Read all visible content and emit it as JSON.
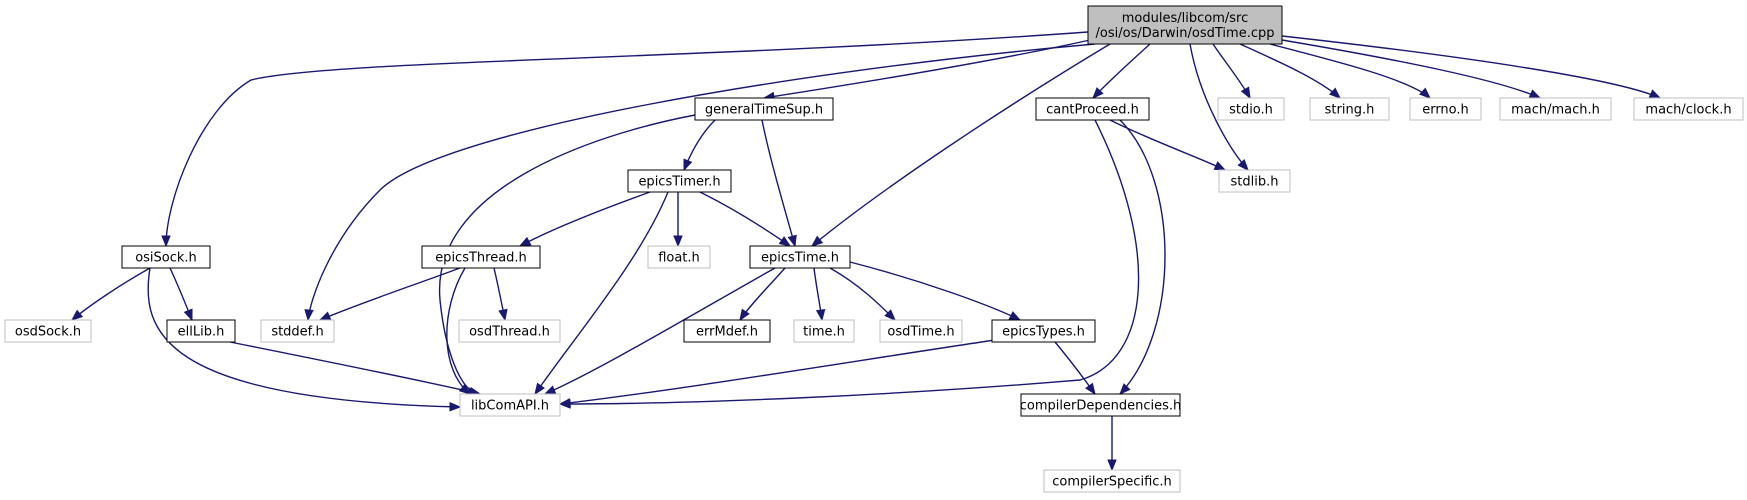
{
  "diagram": {
    "type": "include-dependency-graph",
    "colors": {
      "edge": "#191970",
      "root_fill": "#bfbfbf",
      "root_border": "#000000",
      "documented_border": "#000000",
      "external_border": "#bfbfbf",
      "external_text": "#000000",
      "node_fill": "#ffffff"
    },
    "nodes": [
      {
        "id": "root",
        "kind": "root",
        "lines": [
          "modules/libcom/src",
          "/osi/os/Darwin/osdTime.cpp"
        ]
      },
      {
        "id": "osiSock",
        "kind": "documented",
        "lines": [
          "osiSock.h"
        ]
      },
      {
        "id": "generalTimeSup",
        "kind": "documented",
        "lines": [
          "generalTimeSup.h"
        ]
      },
      {
        "id": "cantProceed",
        "kind": "documented",
        "lines": [
          "cantProceed.h"
        ]
      },
      {
        "id": "stdio",
        "kind": "external",
        "lines": [
          "stdio.h"
        ]
      },
      {
        "id": "string",
        "kind": "external",
        "lines": [
          "string.h"
        ]
      },
      {
        "id": "errno",
        "kind": "external",
        "lines": [
          "errno.h"
        ]
      },
      {
        "id": "machmach",
        "kind": "external",
        "lines": [
          "mach/mach.h"
        ]
      },
      {
        "id": "machclock",
        "kind": "external",
        "lines": [
          "mach/clock.h"
        ]
      },
      {
        "id": "stdlib",
        "kind": "external",
        "lines": [
          "stdlib.h"
        ]
      },
      {
        "id": "epicsTimer",
        "kind": "documented",
        "lines": [
          "epicsTimer.h"
        ]
      },
      {
        "id": "epicsThread",
        "kind": "documented",
        "lines": [
          "epicsThread.h"
        ]
      },
      {
        "id": "float",
        "kind": "external",
        "lines": [
          "float.h"
        ]
      },
      {
        "id": "epicsTime",
        "kind": "documented",
        "lines": [
          "epicsTime.h"
        ]
      },
      {
        "id": "osdSock",
        "kind": "external",
        "lines": [
          "osdSock.h"
        ]
      },
      {
        "id": "ellLib",
        "kind": "documented",
        "lines": [
          "ellLib.h"
        ]
      },
      {
        "id": "stddef",
        "kind": "external",
        "lines": [
          "stddef.h"
        ]
      },
      {
        "id": "osdThread",
        "kind": "external",
        "lines": [
          "osdThread.h"
        ]
      },
      {
        "id": "errMdef",
        "kind": "documented",
        "lines": [
          "errMdef.h"
        ]
      },
      {
        "id": "time",
        "kind": "external",
        "lines": [
          "time.h"
        ]
      },
      {
        "id": "osdTime",
        "kind": "external",
        "lines": [
          "osdTime.h"
        ]
      },
      {
        "id": "epicsTypes",
        "kind": "documented",
        "lines": [
          "epicsTypes.h"
        ]
      },
      {
        "id": "libComAPI",
        "kind": "external",
        "lines": [
          "libComAPI.h"
        ]
      },
      {
        "id": "compilerDependencies",
        "kind": "documented",
        "lines": [
          "compilerDependencies.h"
        ]
      },
      {
        "id": "compilerSpecific",
        "kind": "external",
        "lines": [
          "compilerSpecific.h"
        ]
      }
    ],
    "edges": [
      {
        "from": "root",
        "to": "osiSock"
      },
      {
        "from": "root",
        "to": "generalTimeSup"
      },
      {
        "from": "root",
        "to": "cantProceed"
      },
      {
        "from": "root",
        "to": "stdio"
      },
      {
        "from": "root",
        "to": "string"
      },
      {
        "from": "root",
        "to": "errno"
      },
      {
        "from": "root",
        "to": "machmach"
      },
      {
        "from": "root",
        "to": "machclock"
      },
      {
        "from": "root",
        "to": "stdlib"
      },
      {
        "from": "root",
        "to": "stddef"
      },
      {
        "from": "root",
        "to": "epicsTime"
      },
      {
        "from": "osiSock",
        "to": "osdSock"
      },
      {
        "from": "osiSock",
        "to": "ellLib"
      },
      {
        "from": "osiSock",
        "to": "libComAPI"
      },
      {
        "from": "generalTimeSup",
        "to": "epicsTimer"
      },
      {
        "from": "generalTimeSup",
        "to": "epicsTime"
      },
      {
        "from": "generalTimeSup",
        "to": "libComAPI"
      },
      {
        "from": "cantProceed",
        "to": "stdlib"
      },
      {
        "from": "cantProceed",
        "to": "compilerDependencies"
      },
      {
        "from": "cantProceed",
        "to": "libComAPI"
      },
      {
        "from": "epicsTimer",
        "to": "epicsThread"
      },
      {
        "from": "epicsTimer",
        "to": "float"
      },
      {
        "from": "epicsTimer",
        "to": "epicsTime"
      },
      {
        "from": "epicsTimer",
        "to": "libComAPI"
      },
      {
        "from": "epicsThread",
        "to": "stddef"
      },
      {
        "from": "epicsThread",
        "to": "osdThread"
      },
      {
        "from": "epicsThread",
        "to": "libComAPI"
      },
      {
        "from": "epicsTime",
        "to": "errMdef"
      },
      {
        "from": "epicsTime",
        "to": "time"
      },
      {
        "from": "epicsTime",
        "to": "osdTime"
      },
      {
        "from": "epicsTime",
        "to": "epicsTypes"
      },
      {
        "from": "epicsTime",
        "to": "libComAPI"
      },
      {
        "from": "ellLib",
        "to": "libComAPI"
      },
      {
        "from": "epicsTypes",
        "to": "compilerDependencies"
      },
      {
        "from": "epicsTypes",
        "to": "libComAPI"
      },
      {
        "from": "compilerDependencies",
        "to": "compilerSpecific"
      }
    ]
  }
}
